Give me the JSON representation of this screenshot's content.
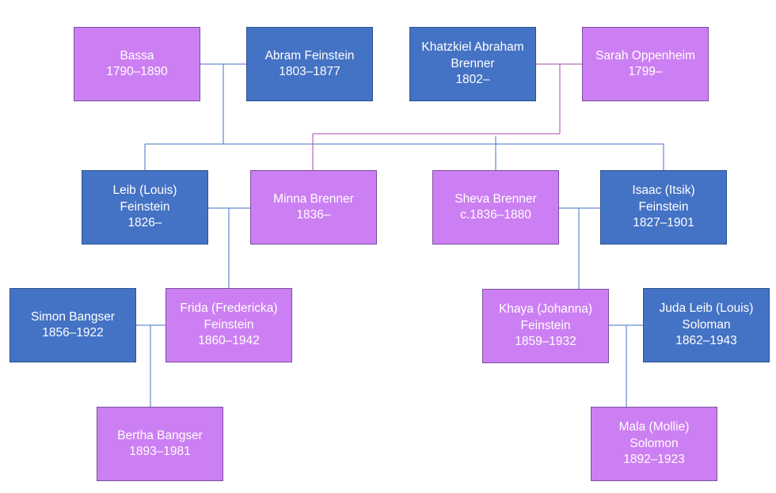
{
  "people": {
    "bassa": {
      "lines": [
        "Bassa",
        "1790–1890"
      ],
      "sex": "female"
    },
    "abram_feinstein": {
      "lines": [
        "Abram Feinstein",
        "1803–1877"
      ],
      "sex": "male"
    },
    "khatzkiel_brenner": {
      "lines": [
        "Khatzkiel Abraham",
        "Brenner",
        "1802–"
      ],
      "sex": "male"
    },
    "sarah_oppenheim": {
      "lines": [
        "Sarah Oppenheim",
        "1799–"
      ],
      "sex": "female"
    },
    "leib_feinstein": {
      "lines": [
        "Leib (Louis)",
        "Feinstein",
        "1826–"
      ],
      "sex": "male"
    },
    "minna_brenner": {
      "lines": [
        "Minna Brenner",
        "1836–"
      ],
      "sex": "female"
    },
    "sheva_brenner": {
      "lines": [
        "Sheva Brenner",
        "c.1836–1880"
      ],
      "sex": "female"
    },
    "isaac_feinstein": {
      "lines": [
        "Isaac (Itsik)",
        "Feinstein",
        "1827–1901"
      ],
      "sex": "male"
    },
    "simon_bangser": {
      "lines": [
        "Simon Bangser",
        "1856–1922"
      ],
      "sex": "male"
    },
    "frida_feinstein": {
      "lines": [
        "Frida (Fredericka)",
        "Feinstein",
        "1860–1942"
      ],
      "sex": "female"
    },
    "khaya_feinstein": {
      "lines": [
        "Khaya (Johanna)",
        "Feinstein",
        "1859–1932"
      ],
      "sex": "female"
    },
    "juda_soloman": {
      "lines": [
        "Juda Leib (Louis)",
        "Soloman",
        "1862–1943"
      ],
      "sex": "male"
    },
    "bertha_bangser": {
      "lines": [
        "Bertha Bangser",
        "1893–1981"
      ],
      "sex": "female"
    },
    "mala_solomon": {
      "lines": [
        "Mala (Mollie)",
        "Solomon",
        "1892–1923"
      ],
      "sex": "female"
    }
  },
  "colors": {
    "male_fill": "#4472c4",
    "female_fill": "#cc7ff2",
    "blue_line": "#4472c4",
    "purple_line": "#a84aa8"
  }
}
